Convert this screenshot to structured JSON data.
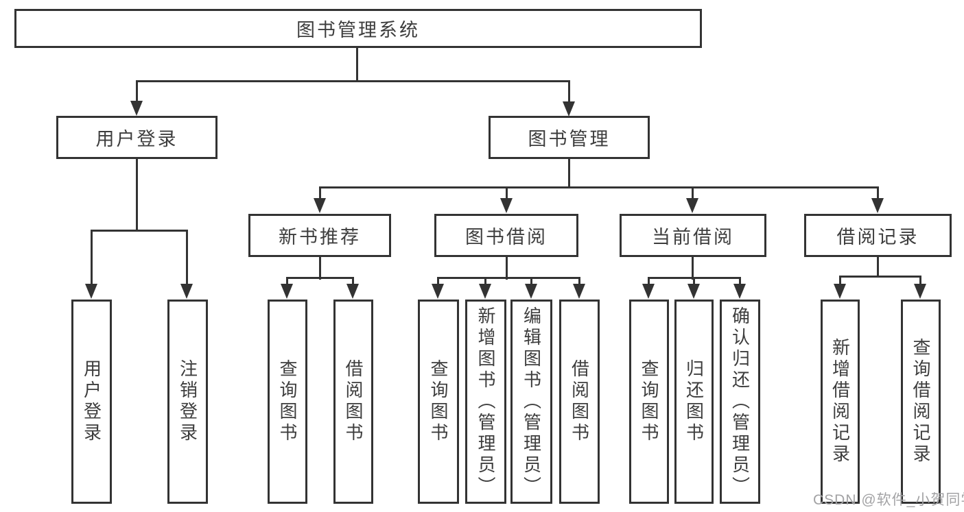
{
  "diagram": {
    "root": {
      "label": "图书管理系统"
    },
    "level2": [
      {
        "label": "用户登录"
      },
      {
        "label": "图书管理"
      }
    ],
    "level3": [
      {
        "label": "新书推荐"
      },
      {
        "label": "图书借阅"
      },
      {
        "label": "当前借阅"
      },
      {
        "label": "借阅记录"
      }
    ],
    "leaves": {
      "login": [
        "用户登录",
        "注销登录"
      ],
      "new_book": [
        "查询图书",
        "借阅图书"
      ],
      "borrow": [
        "查询图书",
        "新增图书（管理员）",
        "编辑图书（管理员）",
        "借阅图书"
      ],
      "current": [
        "查询图书",
        "归还图书",
        "确认归还（管理员）"
      ],
      "records": [
        "新增借阅记录",
        "查询借阅记录"
      ]
    }
  },
  "watermark": {
    "text": "CSDN @软件_小贺同学"
  },
  "colors": {
    "line": "#333333",
    "border": "#333333",
    "text": "#3d3d3d",
    "watermark": "#a3a3a5",
    "background": "#ffffff"
  }
}
